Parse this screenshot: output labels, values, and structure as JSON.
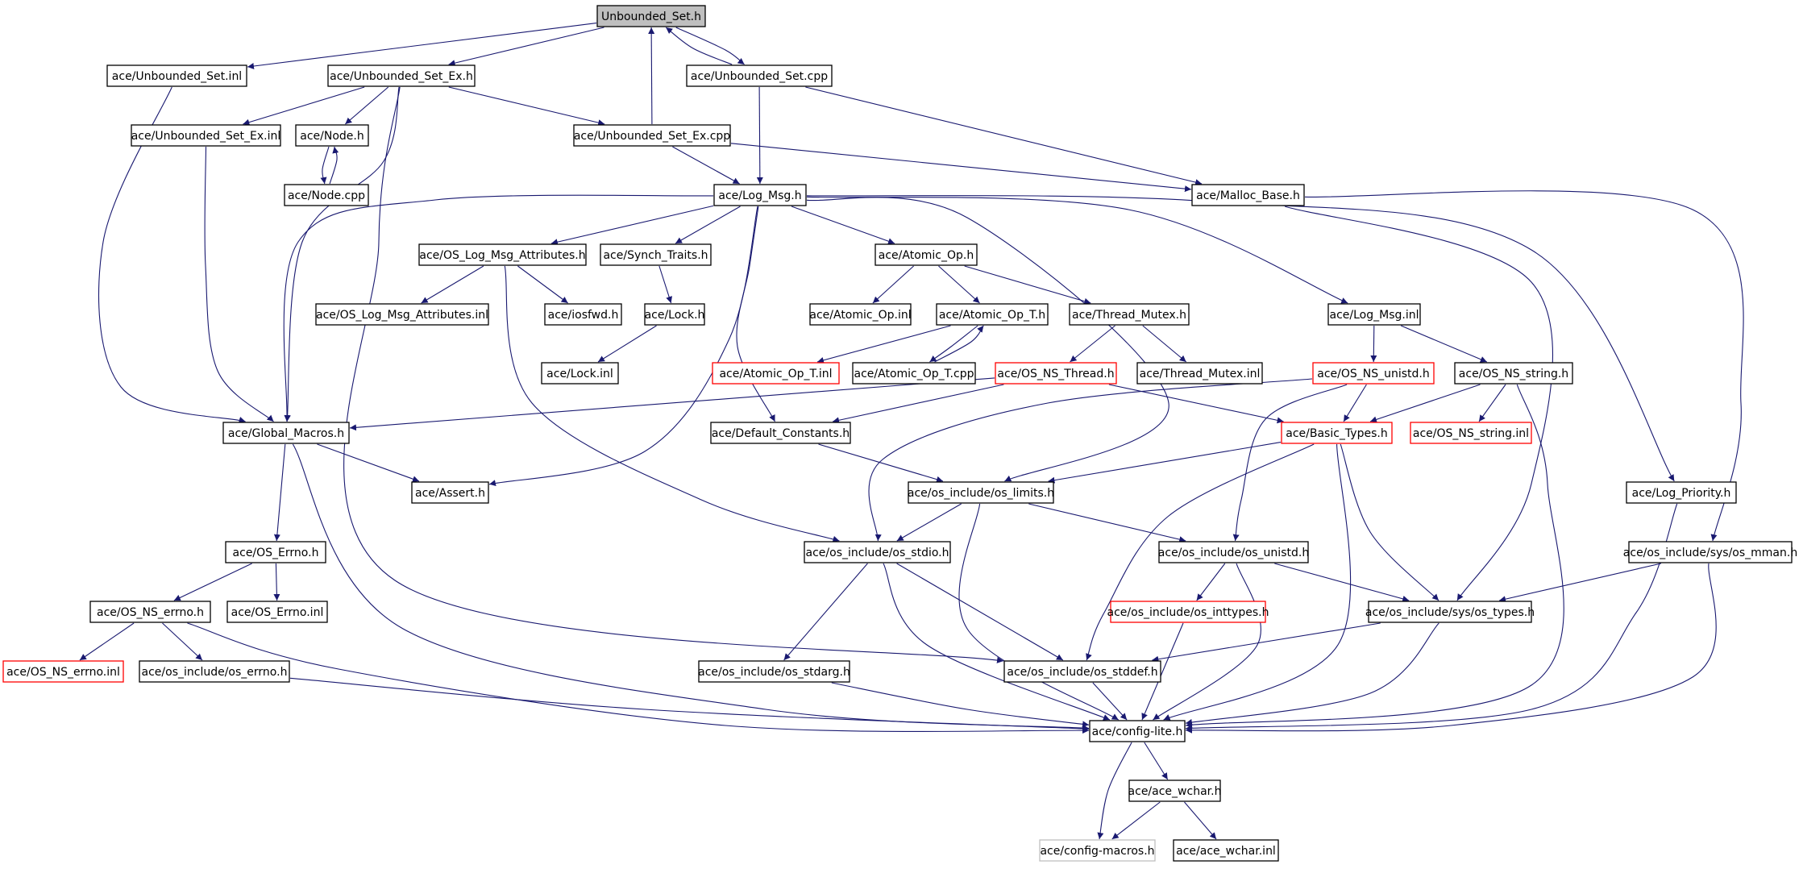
{
  "diagram": {
    "edge_color": "#191970",
    "nodes": [
      {
        "id": "unbounded_set_h",
        "label": "Unbounded_Set.h",
        "style": "root"
      },
      {
        "id": "unbounded_set_inl",
        "label": "ace/Unbounded_Set.inl",
        "style": "normal"
      },
      {
        "id": "unbounded_set_ex_h",
        "label": "ace/Unbounded_Set_Ex.h",
        "style": "normal"
      },
      {
        "id": "unbounded_set_cpp",
        "label": "ace/Unbounded_Set.cpp",
        "style": "normal"
      },
      {
        "id": "unbounded_set_ex_inl",
        "label": "ace/Unbounded_Set_Ex.inl",
        "style": "normal"
      },
      {
        "id": "node_h",
        "label": "ace/Node.h",
        "style": "normal"
      },
      {
        "id": "unbounded_set_ex_cpp",
        "label": "ace/Unbounded_Set_Ex.cpp",
        "style": "normal"
      },
      {
        "id": "node_cpp",
        "label": "ace/Node.cpp",
        "style": "normal"
      },
      {
        "id": "log_msg_h",
        "label": "ace/Log_Msg.h",
        "style": "normal"
      },
      {
        "id": "malloc_base_h",
        "label": "ace/Malloc_Base.h",
        "style": "normal"
      },
      {
        "id": "os_log_msg_attributes_h",
        "label": "ace/OS_Log_Msg_Attributes.h",
        "style": "normal"
      },
      {
        "id": "synch_traits_h",
        "label": "ace/Synch_Traits.h",
        "style": "normal"
      },
      {
        "id": "atomic_op_h",
        "label": "ace/Atomic_Op.h",
        "style": "normal"
      },
      {
        "id": "os_log_msg_attributes_inl",
        "label": "ace/OS_Log_Msg_Attributes.inl",
        "style": "normal"
      },
      {
        "id": "iosfwd_h",
        "label": "ace/iosfwd.h",
        "style": "normal"
      },
      {
        "id": "lock_h",
        "label": "ace/Lock.h",
        "style": "normal"
      },
      {
        "id": "atomic_op_inl",
        "label": "ace/Atomic_Op.inl",
        "style": "normal"
      },
      {
        "id": "atomic_op_t_h",
        "label": "ace/Atomic_Op_T.h",
        "style": "normal"
      },
      {
        "id": "thread_mutex_h",
        "label": "ace/Thread_Mutex.h",
        "style": "normal"
      },
      {
        "id": "log_msg_inl",
        "label": "ace/Log_Msg.inl",
        "style": "normal"
      },
      {
        "id": "lock_inl",
        "label": "ace/Lock.inl",
        "style": "normal"
      },
      {
        "id": "atomic_op_t_inl",
        "label": "ace/Atomic_Op_T.inl",
        "style": "truncated"
      },
      {
        "id": "atomic_op_t_cpp",
        "label": "ace/Atomic_Op_T.cpp",
        "style": "normal"
      },
      {
        "id": "os_ns_thread_h",
        "label": "ace/OS_NS_Thread.h",
        "style": "truncated"
      },
      {
        "id": "thread_mutex_inl",
        "label": "ace/Thread_Mutex.inl",
        "style": "normal"
      },
      {
        "id": "os_ns_unistd_h",
        "label": "ace/OS_NS_unistd.h",
        "style": "truncated"
      },
      {
        "id": "os_ns_string_h",
        "label": "ace/OS_NS_string.h",
        "style": "normal"
      },
      {
        "id": "global_macros_h",
        "label": "ace/Global_Macros.h",
        "style": "normal"
      },
      {
        "id": "default_constants_h",
        "label": "ace/Default_Constants.h",
        "style": "normal"
      },
      {
        "id": "basic_types_h",
        "label": "ace/Basic_Types.h",
        "style": "truncated"
      },
      {
        "id": "os_ns_string_inl",
        "label": "ace/OS_NS_string.inl",
        "style": "truncated"
      },
      {
        "id": "assert_h",
        "label": "ace/Assert.h",
        "style": "normal"
      },
      {
        "id": "os_limits_h",
        "label": "ace/os_include/os_limits.h",
        "style": "normal"
      },
      {
        "id": "log_priority_h",
        "label": "ace/Log_Priority.h",
        "style": "normal"
      },
      {
        "id": "os_errno_h",
        "label": "ace/OS_Errno.h",
        "style": "normal"
      },
      {
        "id": "os_stdio_h",
        "label": "ace/os_include/os_stdio.h",
        "style": "normal"
      },
      {
        "id": "os_unistd_h",
        "label": "ace/os_include/os_unistd.h",
        "style": "normal"
      },
      {
        "id": "os_mman_h",
        "label": "ace/os_include/sys/os_mman.h",
        "style": "normal"
      },
      {
        "id": "os_ns_errno_h",
        "label": "ace/OS_NS_errno.h",
        "style": "normal"
      },
      {
        "id": "os_errno_inl",
        "label": "ace/OS_Errno.inl",
        "style": "normal"
      },
      {
        "id": "os_inttypes_h",
        "label": "ace/os_include/os_inttypes.h",
        "style": "truncated"
      },
      {
        "id": "os_types_h",
        "label": "ace/os_include/sys/os_types.h",
        "style": "normal"
      },
      {
        "id": "os_ns_errno_inl",
        "label": "ace/OS_NS_errno.inl",
        "style": "truncated"
      },
      {
        "id": "os_include_os_errno_h",
        "label": "ace/os_include/os_errno.h",
        "style": "normal"
      },
      {
        "id": "os_stdarg_h",
        "label": "ace/os_include/os_stdarg.h",
        "style": "normal"
      },
      {
        "id": "os_stddef_h",
        "label": "ace/os_include/os_stddef.h",
        "style": "normal"
      },
      {
        "id": "config_lite_h",
        "label": "ace/config-lite.h",
        "style": "normal"
      },
      {
        "id": "ace_wchar_h",
        "label": "ace/ace_wchar.h",
        "style": "normal"
      },
      {
        "id": "config_macros_h",
        "label": "ace/config-macros.h",
        "style": "ghost"
      },
      {
        "id": "ace_wchar_inl",
        "label": "ace/ace_wchar.inl",
        "style": "normal"
      }
    ],
    "edges": [
      [
        "unbounded_set_h",
        "unbounded_set_inl"
      ],
      [
        "unbounded_set_h",
        "unbounded_set_ex_h"
      ],
      [
        "unbounded_set_h",
        "unbounded_set_cpp"
      ],
      [
        "unbounded_set_cpp",
        "unbounded_set_h"
      ],
      [
        "unbounded_set_ex_cpp",
        "unbounded_set_h"
      ],
      [
        "unbounded_set_inl",
        "global_macros_h"
      ],
      [
        "unbounded_set_ex_h",
        "unbounded_set_ex_inl"
      ],
      [
        "unbounded_set_ex_h",
        "node_h"
      ],
      [
        "unbounded_set_ex_h",
        "unbounded_set_ex_cpp"
      ],
      [
        "unbounded_set_ex_h",
        "global_macros_h"
      ],
      [
        "unbounded_set_ex_h",
        "os_stddef_h"
      ],
      [
        "unbounded_set_cpp",
        "log_msg_h"
      ],
      [
        "unbounded_set_cpp",
        "malloc_base_h"
      ],
      [
        "unbounded_set_ex_inl",
        "global_macros_h"
      ],
      [
        "node_h",
        "node_cpp"
      ],
      [
        "node_cpp",
        "node_h"
      ],
      [
        "unbounded_set_ex_cpp",
        "log_msg_h"
      ],
      [
        "unbounded_set_ex_cpp",
        "malloc_base_h"
      ],
      [
        "log_msg_h",
        "os_log_msg_attributes_h"
      ],
      [
        "log_msg_h",
        "synch_traits_h"
      ],
      [
        "log_msg_h",
        "atomic_op_h"
      ],
      [
        "log_msg_h",
        "log_msg_inl"
      ],
      [
        "log_msg_h",
        "global_macros_h"
      ],
      [
        "log_msg_h",
        "default_constants_h"
      ],
      [
        "log_msg_h",
        "assert_h"
      ],
      [
        "log_msg_h",
        "os_limits_h"
      ],
      [
        "log_msg_h",
        "log_priority_h"
      ],
      [
        "malloc_base_h",
        "os_types_h"
      ],
      [
        "malloc_base_h",
        "os_mman_h"
      ],
      [
        "os_log_msg_attributes_h",
        "os_log_msg_attributes_inl"
      ],
      [
        "os_log_msg_attributes_h",
        "iosfwd_h"
      ],
      [
        "os_log_msg_attributes_h",
        "os_stdio_h"
      ],
      [
        "synch_traits_h",
        "lock_h"
      ],
      [
        "lock_h",
        "lock_inl"
      ],
      [
        "atomic_op_h",
        "atomic_op_inl"
      ],
      [
        "atomic_op_h",
        "atomic_op_t_h"
      ],
      [
        "atomic_op_h",
        "thread_mutex_h"
      ],
      [
        "atomic_op_t_h",
        "atomic_op_t_inl"
      ],
      [
        "atomic_op_t_h",
        "atomic_op_t_cpp"
      ],
      [
        "atomic_op_t_cpp",
        "atomic_op_t_h"
      ],
      [
        "thread_mutex_h",
        "os_ns_thread_h"
      ],
      [
        "thread_mutex_h",
        "thread_mutex_inl"
      ],
      [
        "log_msg_inl",
        "os_ns_unistd_h"
      ],
      [
        "log_msg_inl",
        "os_ns_string_h"
      ],
      [
        "os_ns_thread_h",
        "global_macros_h"
      ],
      [
        "os_ns_thread_h",
        "default_constants_h"
      ],
      [
        "os_ns_thread_h",
        "basic_types_h"
      ],
      [
        "os_ns_unistd_h",
        "basic_types_h"
      ],
      [
        "os_ns_unistd_h",
        "os_stdio_h"
      ],
      [
        "os_ns_unistd_h",
        "os_unistd_h"
      ],
      [
        "os_ns_string_h",
        "basic_types_h"
      ],
      [
        "os_ns_string_h",
        "os_ns_string_inl"
      ],
      [
        "os_ns_string_h",
        "config_lite_h"
      ],
      [
        "global_macros_h",
        "assert_h"
      ],
      [
        "global_macros_h",
        "os_errno_h"
      ],
      [
        "global_macros_h",
        "config_lite_h"
      ],
      [
        "default_constants_h",
        "os_limits_h"
      ],
      [
        "basic_types_h",
        "os_limits_h"
      ],
      [
        "basic_types_h",
        "os_stddef_h"
      ],
      [
        "basic_types_h",
        "os_types_h"
      ],
      [
        "basic_types_h",
        "config_lite_h"
      ],
      [
        "os_limits_h",
        "os_stdio_h"
      ],
      [
        "os_limits_h",
        "os_unistd_h"
      ],
      [
        "os_limits_h",
        "config_lite_h"
      ],
      [
        "log_priority_h",
        "config_lite_h"
      ],
      [
        "os_errno_h",
        "os_ns_errno_h"
      ],
      [
        "os_errno_h",
        "os_errno_inl"
      ],
      [
        "os_stdio_h",
        "os_stdarg_h"
      ],
      [
        "os_stdio_h",
        "os_stddef_h"
      ],
      [
        "os_stdio_h",
        "config_lite_h"
      ],
      [
        "os_unistd_h",
        "os_inttypes_h"
      ],
      [
        "os_unistd_h",
        "os_types_h"
      ],
      [
        "os_unistd_h",
        "config_lite_h"
      ],
      [
        "os_mman_h",
        "os_types_h"
      ],
      [
        "os_mman_h",
        "config_lite_h"
      ],
      [
        "os_ns_errno_h",
        "os_ns_errno_inl"
      ],
      [
        "os_ns_errno_h",
        "os_include_os_errno_h"
      ],
      [
        "os_ns_errno_h",
        "config_lite_h"
      ],
      [
        "os_inttypes_h",
        "config_lite_h"
      ],
      [
        "os_types_h",
        "os_stddef_h"
      ],
      [
        "os_types_h",
        "config_lite_h"
      ],
      [
        "os_include_os_errno_h",
        "config_lite_h"
      ],
      [
        "os_stdarg_h",
        "config_lite_h"
      ],
      [
        "os_stddef_h",
        "config_lite_h"
      ],
      [
        "config_lite_h",
        "ace_wchar_h"
      ],
      [
        "config_lite_h",
        "config_macros_h"
      ],
      [
        "ace_wchar_h",
        "config_macros_h"
      ],
      [
        "ace_wchar_h",
        "ace_wchar_inl"
      ]
    ]
  }
}
